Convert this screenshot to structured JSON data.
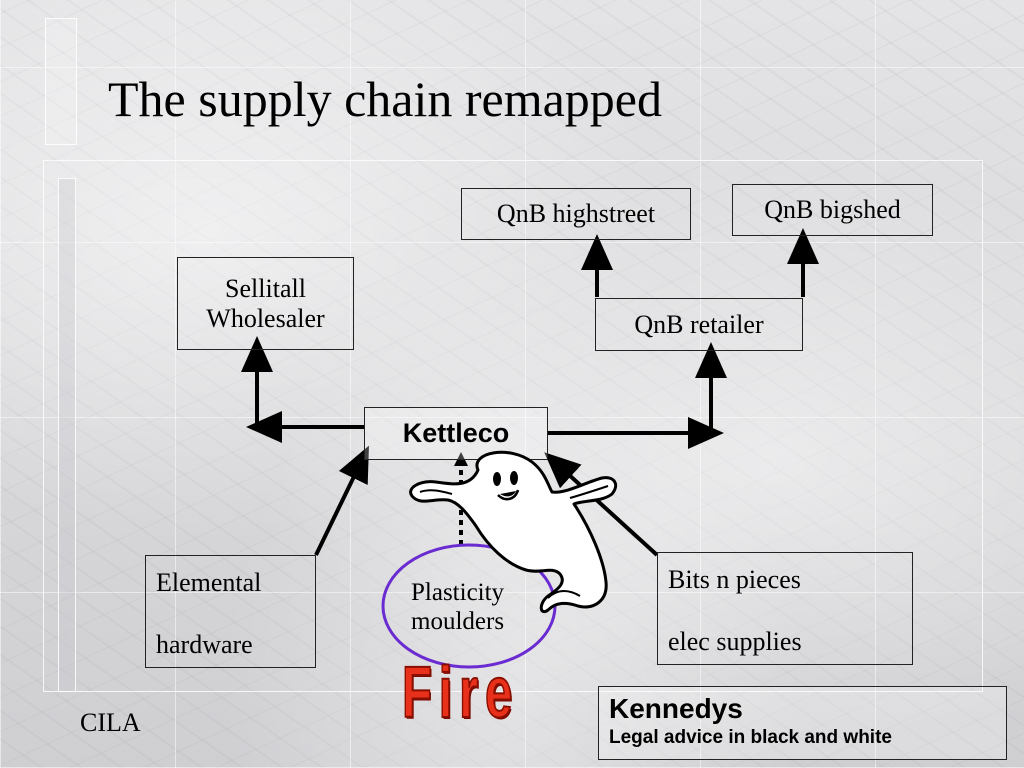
{
  "title": "The supply chain remapped",
  "nodes": {
    "qnb_highstreet": "QnB highstreet",
    "qnb_bigshed": "QnB bigshed",
    "sellitall_line1": "Sellitall",
    "sellitall_line2": "Wholesaler",
    "qnb_retailer": "QnB retailer",
    "kettleco": "Kettleco",
    "elemental_line1": "Elemental",
    "elemental_line2": "hardware",
    "plasticity_line1": "Plasticity",
    "plasticity_line2": "moulders",
    "bits_line1": "Bits n pieces",
    "bits_line2": "elec supplies"
  },
  "fire_label": "Fire",
  "footer": {
    "left": "CILA",
    "kennedys_name": "Kennedys",
    "kennedys_tagline": "Legal advice in black and white"
  },
  "colors": {
    "fire": "#e8301a",
    "circle": "#6a2bd0",
    "ghost": "#ffffff",
    "lines": "#000000"
  }
}
